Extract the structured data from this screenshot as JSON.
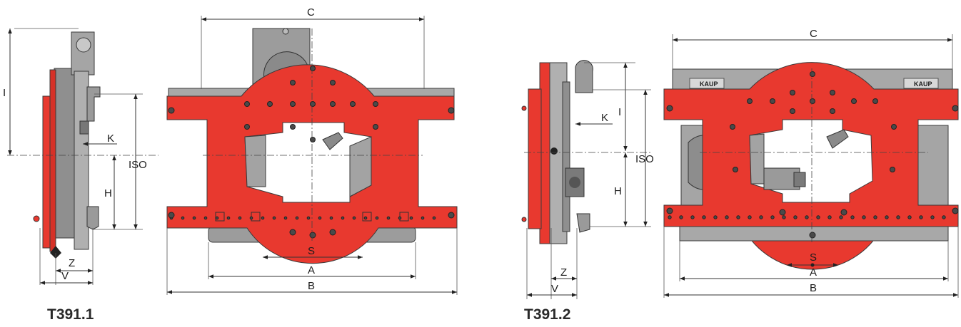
{
  "figure1": {
    "caption": "T391.1",
    "side_labels": {
      "I": "I",
      "K": "K",
      "ISO": "ISO",
      "H": "H",
      "Z": "Z",
      "V": "V"
    },
    "front_labels": {
      "C": "C",
      "S": "S",
      "A": "A",
      "B": "B"
    }
  },
  "figure2": {
    "caption": "T391.2",
    "side_labels": {
      "I": "I",
      "K": "K",
      "ISO": "ISO",
      "H": "H",
      "Z": "Z",
      "V": "V"
    },
    "front_labels": {
      "C": "C",
      "S": "S",
      "A": "A",
      "B": "B"
    },
    "badges": [
      "KAUP",
      "KAUP"
    ]
  },
  "colors": {
    "red": "#e8392f",
    "gray": "#9a9a9a",
    "dark_gray": "#6f6f6f",
    "outline": "#3a3a3a"
  }
}
